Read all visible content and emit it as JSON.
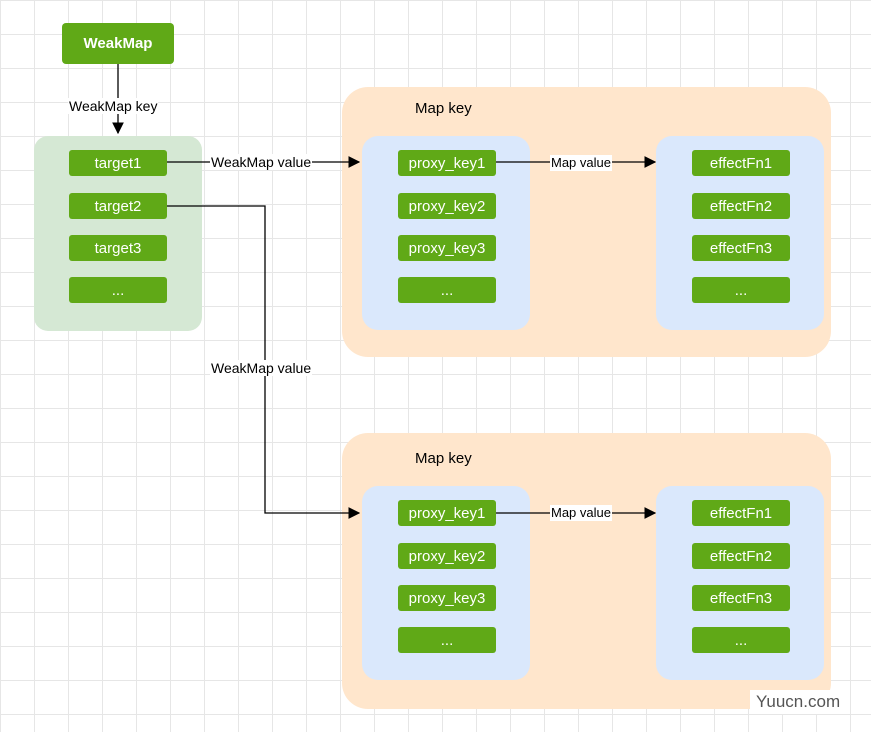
{
  "root": {
    "label": "WeakMap"
  },
  "edge_labels": {
    "weakmap_key": "WeakMap key",
    "weakmap_value_1": "WeakMap value",
    "weakmap_value_2": "WeakMap value",
    "map_value_1": "Map value",
    "map_value_2": "Map value"
  },
  "targets": [
    "target1",
    "target2",
    "target3",
    "..."
  ],
  "map_groups": [
    {
      "title": "Map key",
      "keys": [
        "proxy_key1",
        "proxy_key2",
        "proxy_key3",
        "..."
      ],
      "effects": [
        "effectFn1",
        "effectFn2",
        "effectFn3",
        "..."
      ]
    },
    {
      "title": "Map key",
      "keys": [
        "proxy_key1",
        "proxy_key2",
        "proxy_key3",
        "..."
      ],
      "effects": [
        "effectFn1",
        "effectFn2",
        "effectFn3",
        "..."
      ]
    }
  ],
  "watermark": "Yuucn.com",
  "colors": {
    "node": "#60a917",
    "target_group": "#d5e8d4",
    "map_group": "#ffe6cc",
    "inner_group": "#dae8fc",
    "grid": "#e6e6e6"
  }
}
